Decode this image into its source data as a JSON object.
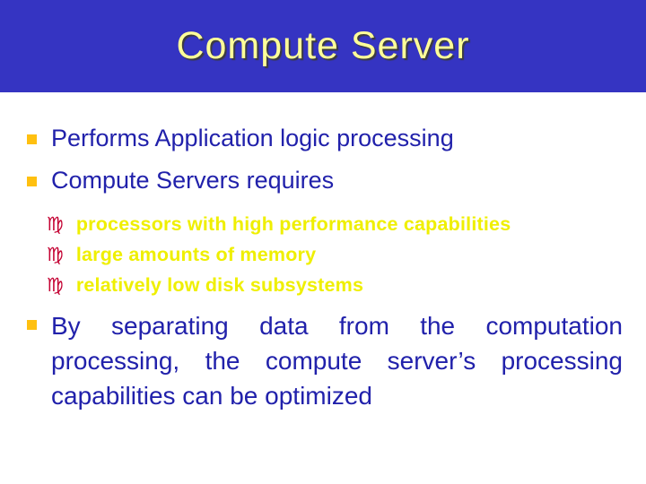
{
  "slide": {
    "title": "Compute Server",
    "bullets": [
      "Performs Application logic processing",
      "Compute Servers requires"
    ],
    "sub_bullet_glyph": "♍",
    "sub_bullets": [
      "processors with high performance capabilities",
      "large amounts of memory",
      "relatively low disk subsystems"
    ],
    "paragraph": "By separating data from the computation processing, the compute server’s processing capabilities can be optimized",
    "colors": {
      "header_bg": "#3534c2",
      "title_text": "#ffff99",
      "body_text": "#2121ab",
      "bullet_square": "#ffc010",
      "sub_bullet_text": "#efef00",
      "sub_bullet_glyph": "#c40233",
      "body_bg": "#ffffff"
    }
  }
}
